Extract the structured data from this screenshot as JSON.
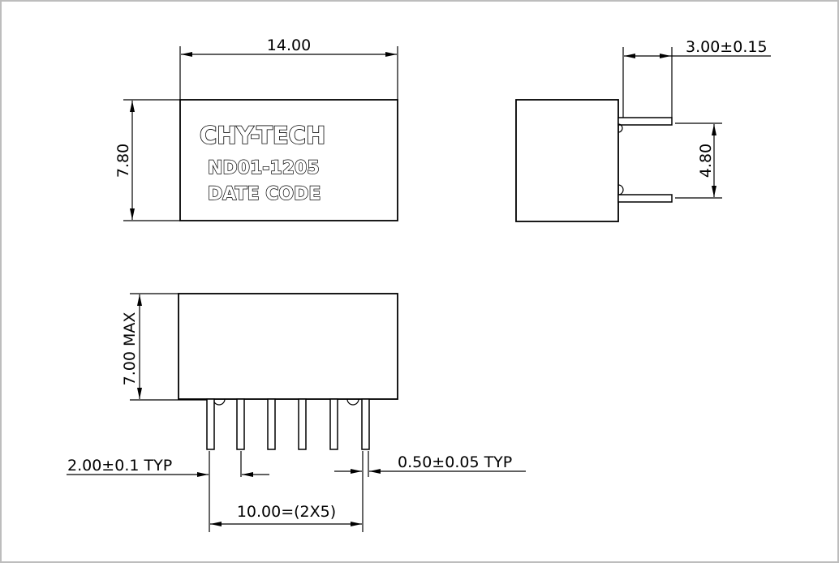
{
  "title": "",
  "marking": {
    "brand": "CHY-TECH",
    "model": "ND01-1205",
    "date_code": "DATE CODE"
  },
  "dimensions": {
    "length": "14.00",
    "height": "7.80",
    "pin_extension": "3.00±0.15",
    "pin_row_spacing": "4.80",
    "max_height": "7.00 MAX",
    "pin_pitch": "2.00±0.1 TYP",
    "pin_width": "0.50±0.05 TYP",
    "pin_span": "10.00=(2X5)"
  },
  "colors": {
    "line": "#000000",
    "background": "#ffffff",
    "frame": "#bdbdbd"
  }
}
